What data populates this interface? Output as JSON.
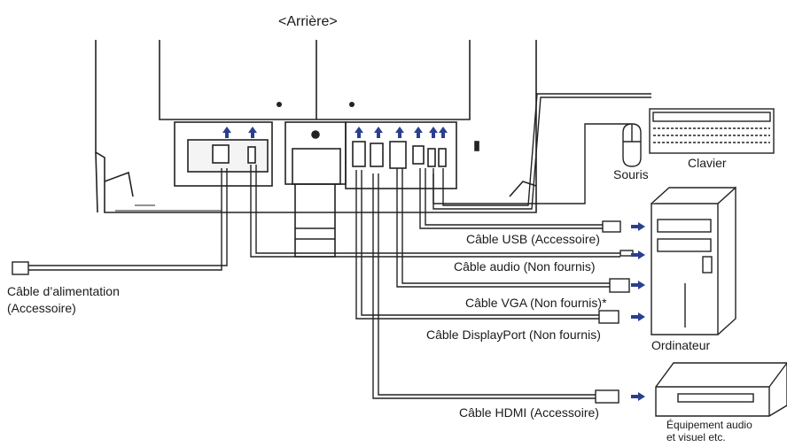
{
  "title": "<Arrière>",
  "devices": {
    "mouse": "Souris",
    "keyboard": "Clavier",
    "computer": "Ordinateur",
    "av_line1": "Équipement audio",
    "av_line2": "et visuel etc."
  },
  "cables": {
    "power_line1": "Câble d’alimentation",
    "power_line2": "(Accessoire)",
    "usb": "Câble USB (Accessoire)",
    "audio": "Câble audio (Non fournis)",
    "vga": "Câble VGA (Non fournis)*",
    "displayport": "Câble DisplayPort (Non fournis)",
    "hdmi": "Câble HDMI (Accessoire)"
  },
  "colors": {
    "arrow": "#2a3f8f",
    "line": "#222222"
  }
}
